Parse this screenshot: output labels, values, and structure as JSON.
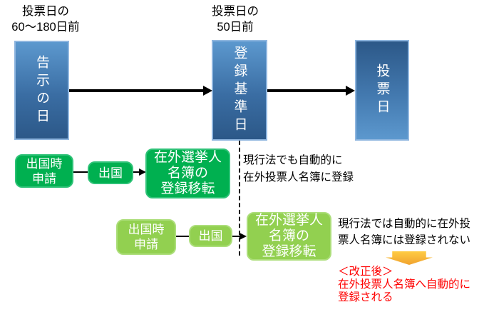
{
  "labels": {
    "left": {
      "line1": "投票日の",
      "line2": "60～180日前"
    },
    "center": {
      "line1": "投票日の",
      "line2": "50日前"
    }
  },
  "timeline": {
    "announcement_day": "告示の日",
    "registration_base_day": "登録基準日",
    "voting_day": "投票日"
  },
  "flow_registered": {
    "apply": "出国時\n申請",
    "depart": "出国",
    "transfer": "在外選挙人\n名簿の\n登録移転",
    "note": "現行法でも自動的に\n在外投票人名簿に登録"
  },
  "flow_not_registered": {
    "apply": "出国時\n申請",
    "depart": "出国",
    "transfer": "在外選挙人\n名簿の\n登録移転",
    "note": "現行法では自動的に在外投\n票人名簿には登録されない"
  },
  "amendment": {
    "heading": "＜改正後＞",
    "body": "在外投票人名簿へ自動的に\n登録される"
  },
  "icons": {
    "timeline_arrow": "right-arrow-icon",
    "result_arrow": "down-block-arrow-icon"
  },
  "colors": {
    "blue-light": "#5c98ce",
    "blue-dark": "#2c5888",
    "blue-border": "#8fb6df",
    "green-dark": "#00b050",
    "green-dark-border": "#2ec277",
    "green-light": "#92d050",
    "green-light-border": "#acde7a",
    "line-black": "#000000",
    "gold-light": "#ffcc44",
    "gold-dark": "#f0a22e",
    "note-red": "#ff0000"
  }
}
